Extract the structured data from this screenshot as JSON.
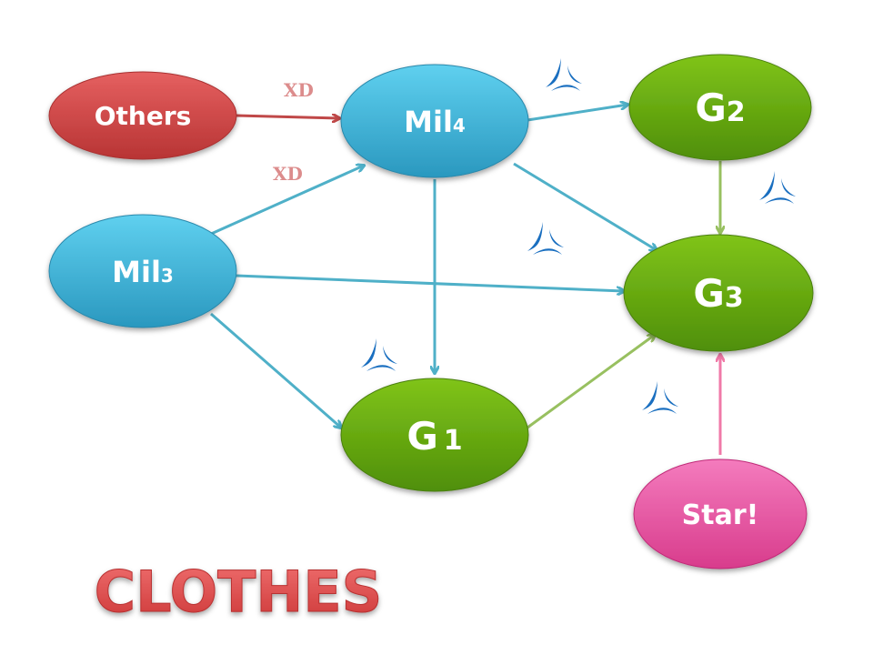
{
  "nodes": {
    "others": {
      "label": "Others"
    },
    "mil4": {
      "label": "Mil",
      "sub": "4"
    },
    "mil3": {
      "label": "Mil",
      "sub": "3"
    },
    "g2": {
      "label": "G",
      "sub": "2"
    },
    "g3": {
      "label": "G",
      "sub": "3"
    },
    "g1": {
      "label": "G",
      "sub": "1"
    },
    "star": {
      "label": "Star!"
    }
  },
  "edge_labels": {
    "others_mil4": "XD",
    "mil3_mil4": "XD"
  },
  "title": "CLOTHES",
  "colors": {
    "blue": "#3ab4d8",
    "green": "#6aae10",
    "red": "#d24a4a",
    "pink": "#ec5fa5",
    "blue_edge": "#4fb0c8",
    "green_edge": "#98c060",
    "pink_edge": "#f07aa8",
    "red_edge": "#c04848",
    "icon": "#1a6fc0"
  }
}
